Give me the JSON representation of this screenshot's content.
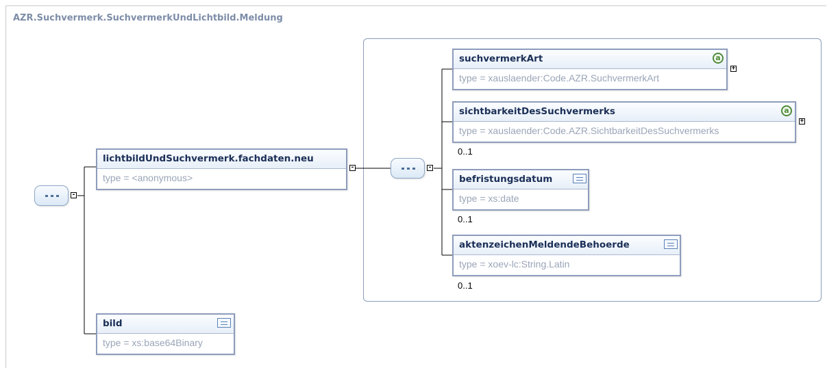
{
  "title": "AZR.Suchvermerk.SuchvermerkUndLichtbild.Meldung",
  "nodes": {
    "lichtbild": {
      "name": "lichtbildUndSuchvermerk.fachdaten.neu",
      "type": "type = <anonymous>"
    },
    "bild": {
      "name": "bild",
      "type": "type = xs:base64Binary"
    },
    "suchvermerkArt": {
      "name": "suchvermerkArt",
      "type": "type = xauslaender:Code.AZR.SuchvermerkArt",
      "icon": "a"
    },
    "sichtbarkeit": {
      "name": "sichtbarkeitDesSuchvermerks",
      "type": "type = xauslaender:Code.AZR.SichtbarkeitDesSuchvermerks",
      "icon": "a",
      "card": "0..1"
    },
    "befristung": {
      "name": "befristungsdatum",
      "type": "type = xs:date",
      "card": "0..1"
    },
    "aktenzeichen": {
      "name": "aktenzeichenMeldendeBehoerde",
      "type": "type = xoev-lc:String.Latin",
      "card": "0..1"
    }
  },
  "toggles": {
    "expand": "+",
    "collapse": "-"
  },
  "colors": {
    "border": "#8d9cbb",
    "title": "#7d8da8",
    "attribute": "#4f8a3a"
  }
}
